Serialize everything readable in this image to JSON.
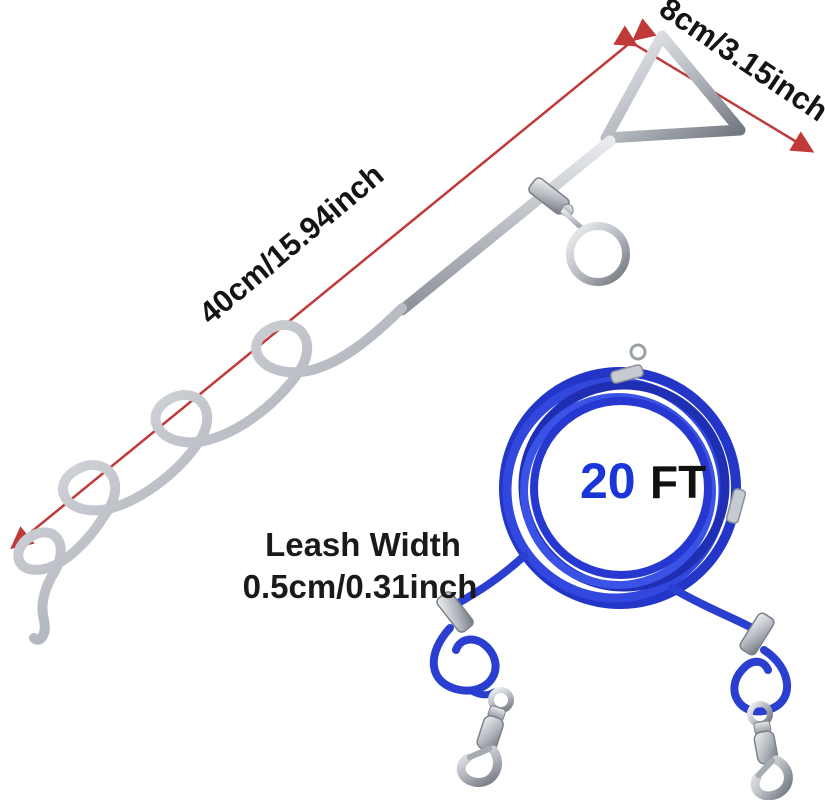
{
  "product": {
    "annotations": {
      "handle_width": "8cm/3.15inch",
      "stake_length": "40cm/15.94inch",
      "leash_width_title": "Leash Width",
      "leash_width_value": "0.5cm/0.31inch",
      "cable_length_value": "20",
      "cable_length_unit": "FT"
    },
    "colors": {
      "measurement_line": "#c03a3a",
      "cable_blue": "#2a3ed0",
      "cable_value_blue": "#1a35d8",
      "label_text": "#141414"
    }
  }
}
